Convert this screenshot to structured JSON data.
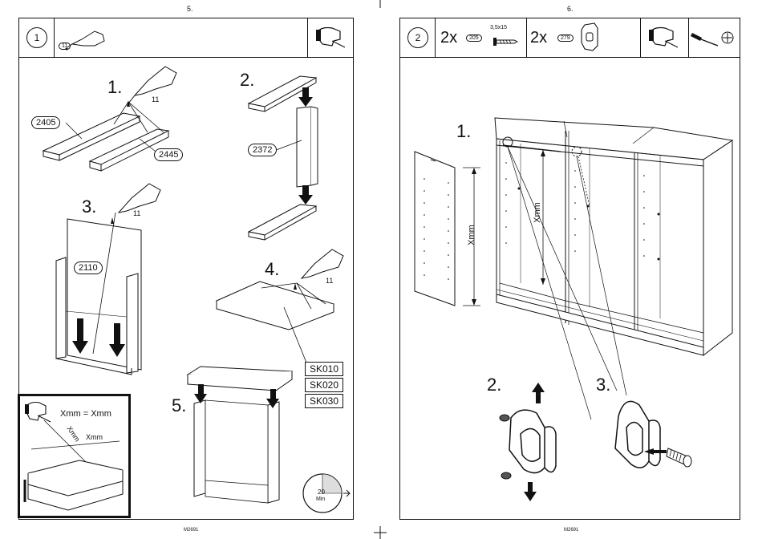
{
  "left_page": {
    "page_number": "5.",
    "footer_code": "M2691",
    "step_number": "1",
    "header_glue_tag": "11",
    "substeps": [
      "1.",
      "2.",
      "3.",
      "4.",
      "5."
    ],
    "glue_labels": [
      "11",
      "11",
      "11"
    ],
    "part_labels": {
      "board_a": "2405",
      "board_b": "2445",
      "panel": "2372",
      "back_panel": "2110"
    },
    "sk_codes": [
      "SK010",
      "SK020",
      "SK030"
    ],
    "inset": {
      "equation": "Xmm = Xmm",
      "diag_label": "Xmm",
      "width_label": "Xmm"
    },
    "timer": {
      "value": "20",
      "unit": "Min"
    }
  },
  "right_page": {
    "page_number": "6.",
    "footer_code": "M2691",
    "step_number": "2",
    "qty_a": "2x",
    "part_a_tag": "205",
    "screw_size": "3,5x15",
    "qty_b": "2x",
    "part_b_tag": "279",
    "substeps": [
      "1.",
      "2.",
      "3."
    ],
    "dim_labels": [
      "Xmm",
      "Xmm"
    ]
  },
  "icons": [
    "glue-bottle-icon",
    "glove-icon",
    "screwdriver-icon",
    "phillips-head-icon",
    "screw-icon",
    "bracket-icon",
    "timer-icon"
  ]
}
